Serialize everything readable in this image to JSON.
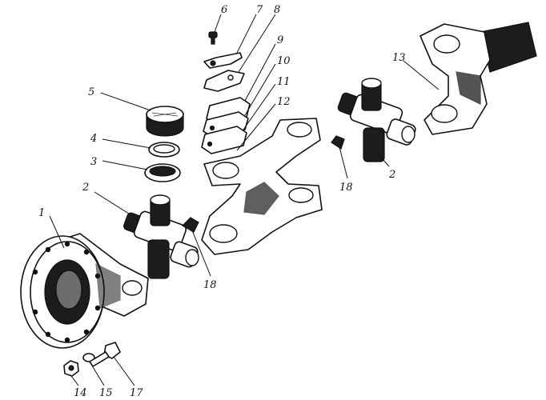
{
  "figure": {
    "callouts": [
      {
        "id": "c1",
        "text": "1"
      },
      {
        "id": "c2a",
        "text": "2"
      },
      {
        "id": "c2b",
        "text": "2"
      },
      {
        "id": "c3",
        "text": "3"
      },
      {
        "id": "c4",
        "text": "4"
      },
      {
        "id": "c5",
        "text": "5"
      },
      {
        "id": "c6",
        "text": "6"
      },
      {
        "id": "c7",
        "text": "7"
      },
      {
        "id": "c8",
        "text": "8"
      },
      {
        "id": "c9",
        "text": "9"
      },
      {
        "id": "c10",
        "text": "10"
      },
      {
        "id": "c11",
        "text": "11"
      },
      {
        "id": "c12",
        "text": "12"
      },
      {
        "id": "c13",
        "text": "13"
      },
      {
        "id": "c14",
        "text": "14"
      },
      {
        "id": "c15",
        "text": "15"
      },
      {
        "id": "c17",
        "text": "17"
      },
      {
        "id": "c18a",
        "text": "18"
      },
      {
        "id": "c18b",
        "text": "18"
      }
    ]
  }
}
